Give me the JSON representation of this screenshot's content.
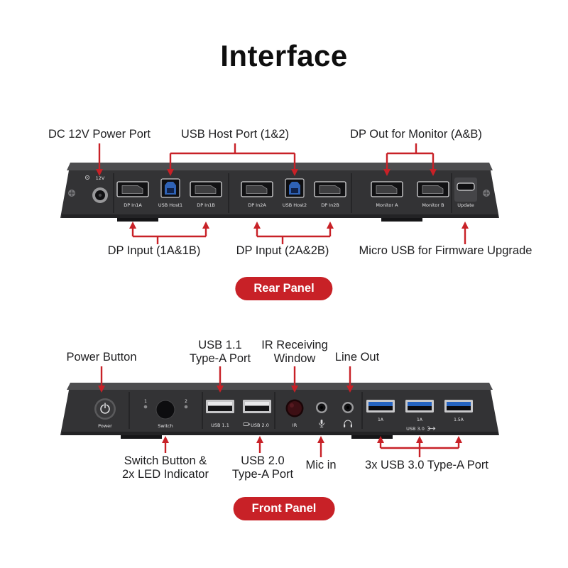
{
  "page": {
    "title": "Interface"
  },
  "colors": {
    "accent_red": "#c82127",
    "usb3_blue": "#2563c0",
    "usb_host_blue": "#2f62b5",
    "ir_maroon": "#3d0f14"
  },
  "rear": {
    "badge": "Rear Panel",
    "labels_top": {
      "power": "DC 12V Power Port",
      "usb_host": "USB Host Port (1&2)",
      "dp_out": "DP Out for Monitor (A&B)"
    },
    "labels_bottom": {
      "dp_in_1": "DP Input (1A&1B)",
      "dp_in_2": "DP Input (2A&2B)",
      "micro_usb": "Micro USB for Firmware Upgrade"
    },
    "ports": {
      "power_marking": "12V",
      "dp_in_1a": "DP In1A",
      "usb_host_1": "USB Host1",
      "dp_in_1b": "DP In1B",
      "dp_in_2a": "DP In2A",
      "usb_host_2": "USB Host2",
      "dp_in_2b": "DP In2B",
      "monitor_a": "Monitor A",
      "monitor_b": "Monitor B",
      "update": "Update"
    }
  },
  "front": {
    "badge": "Front Panel",
    "labels_top": {
      "power_button": "Power Button",
      "usb11_line1": "USB 1.1",
      "usb11_line2": "Type-A Port",
      "ir_line1": "IR Receiving",
      "ir_line2": "Window",
      "line_out": "Line Out"
    },
    "labels_bottom": {
      "switch_line1": "Switch Button &",
      "switch_line2": "2x LED Indicator",
      "usb20_line1": "USB 2.0",
      "usb20_line2": "Type-A Port",
      "mic_in": "Mic in",
      "usb30": "3x USB 3.0 Type-A Port"
    },
    "ports": {
      "power": "Power",
      "switch": "Switch",
      "led_1": "1",
      "led_2": "2",
      "usb_11": "USB 1.1",
      "usb_20": "USB 2.0",
      "ir": "IR",
      "usb_30": "USB 3.0",
      "amp_a": "1A",
      "amp_b": "1A",
      "amp_c": "1.5A"
    }
  }
}
